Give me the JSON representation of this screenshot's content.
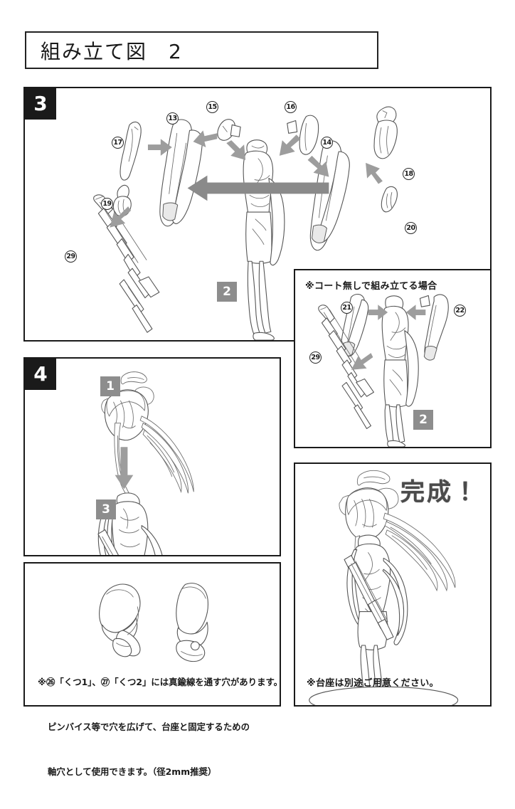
{
  "document": {
    "title": "組み立て図　2",
    "language": "ja",
    "kind": "figure-assembly-instruction-sheet"
  },
  "steps": [
    {
      "id": "step-3",
      "number": "3"
    },
    {
      "id": "step-4",
      "number": "4"
    }
  ],
  "sub_markers": {
    "step3_body": "2",
    "step3_inset_body": "2",
    "step4_head": "1",
    "step4_body": "3"
  },
  "step3": {
    "number": "3",
    "callouts": [
      "17",
      "13",
      "15",
      "16",
      "14",
      "18",
      "20",
      "19",
      "29"
    ],
    "parts": [
      {
        "number": "17",
        "name": "coat-left-sleeve-piece"
      },
      {
        "number": "13",
        "name": "coat-left-arm"
      },
      {
        "number": "15",
        "name": "left-shoulder-joint"
      },
      {
        "number": "16",
        "name": "right-shoulder-joint"
      },
      {
        "number": "14",
        "name": "coat-right-arm"
      },
      {
        "number": "18",
        "name": "right-forearm-cuff"
      },
      {
        "number": "20",
        "name": "right-hand"
      },
      {
        "number": "19",
        "name": "left-hand-with-grip"
      },
      {
        "number": "29",
        "name": "rifle-assembly"
      }
    ]
  },
  "inset": {
    "caption": "※コート無しで組み立てる場合",
    "callouts": [
      "21",
      "22",
      "29"
    ],
    "parts": [
      {
        "number": "21",
        "name": "bare-left-arm"
      },
      {
        "number": "22",
        "name": "bare-right-arm"
      },
      {
        "number": "29",
        "name": "rifle-assembly"
      }
    ],
    "sub_marker": "2"
  },
  "step4": {
    "number": "4",
    "markers": [
      "1",
      "3"
    ]
  },
  "shoes_note": {
    "lines": [
      "※㉖「くつ1」、㉗「くつ2」には真鍮線を通す穴があります。",
      "ピンバイス等で穴を広げて、台座と固定するための",
      "軸穴として使用できます。（径2mm推奨）"
    ],
    "referenced_parts": [
      "26",
      "27"
    ],
    "part_names": [
      "くつ1",
      "くつ2"
    ],
    "recommended_diameter": "径2mm推奨"
  },
  "final": {
    "headline": "完成！",
    "note": "※台座は別途ご用意ください。"
  },
  "colors": {
    "ink": "#1a1a1a",
    "paper": "#ffffff",
    "step_badge_bg": "#1a1a1a",
    "step_badge_fg": "#ffffff",
    "sub_marker_bg": "#8d8d8d",
    "sub_marker_fg": "#ffffff",
    "arrow": "#9d9d9d",
    "line_art": "#555555",
    "headline": "#4b4b4b"
  }
}
